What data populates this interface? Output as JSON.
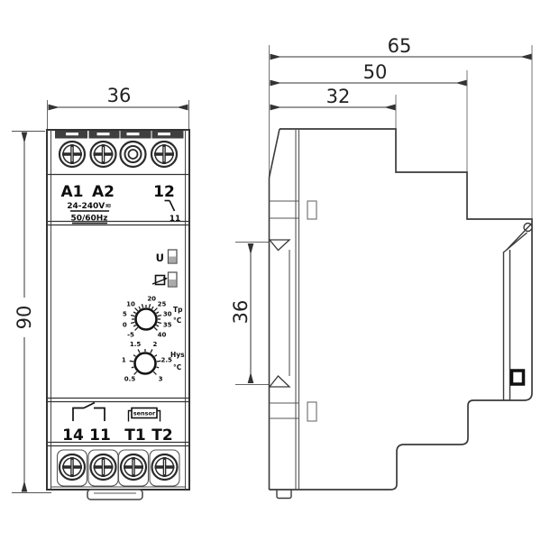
{
  "drawing": {
    "front_view": {
      "dim_width_mm": "36",
      "dim_height_mm": "90",
      "input_terminals": [
        "A1",
        "A2",
        "12"
      ],
      "relay_pin": "11",
      "rating_voltage": "24-240V≂",
      "rating_frequency": "50/60Hz",
      "led_u_label": "U",
      "setpoint_dial": {
        "label": "Tp",
        "unit": "°C",
        "scale": [
          "-5",
          "0",
          "5",
          "10",
          "20",
          "25",
          "30",
          "35",
          "40"
        ]
      },
      "hysteresis_dial": {
        "label": "Hys",
        "unit": "°C",
        "scale": [
          "0.5",
          "1",
          "1.5",
          "2",
          "2.5",
          "3"
        ]
      },
      "output_terminals": [
        "14",
        "11",
        "T1",
        "T2"
      ],
      "sensor_label": "sensor"
    },
    "side_view": {
      "dim_depth_total_mm": "65",
      "dim_depth_body_mm": "50",
      "dim_depth_front_mm": "32",
      "dim_recess_mm": "36"
    },
    "line_color": "#333333",
    "terminal_bar_color": "#3f3f3f",
    "led_fill_color": "#aaaaaa"
  }
}
